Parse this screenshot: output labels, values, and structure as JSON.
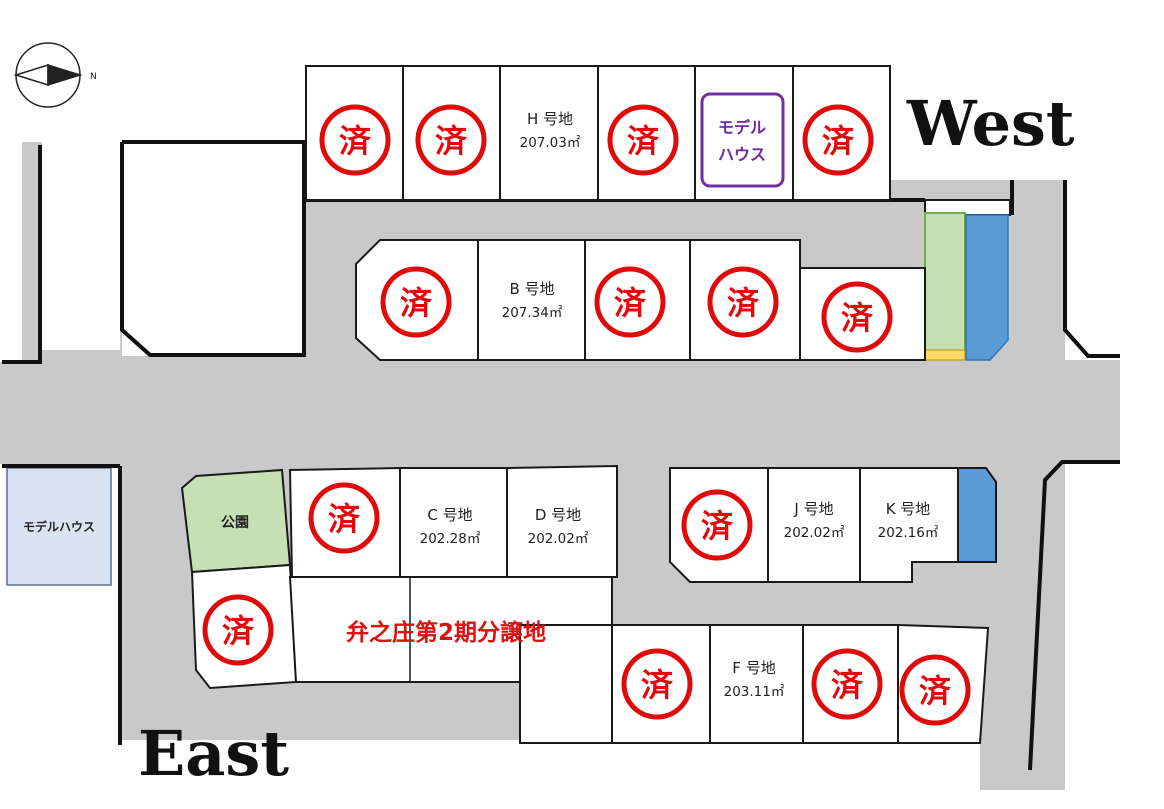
{
  "map": {
    "directions": {
      "west": "West",
      "east": "East"
    },
    "compass_label": "N",
    "development_name": "弁之庄第2期分譲地",
    "sold_mark": "済",
    "model_house_top": [
      "モデル",
      "ハウス"
    ],
    "model_house_left": "モデルハウス",
    "park_label": "公園",
    "lots": [
      {
        "id": "H",
        "name": "H 号地",
        "area": "207.03㎡"
      },
      {
        "id": "B",
        "name": "B 号地",
        "area": "207.34㎡"
      },
      {
        "id": "C",
        "name": "C 号地",
        "area": "202.28㎡"
      },
      {
        "id": "D",
        "name": "D 号地",
        "area": "202.02㎡"
      },
      {
        "id": "J",
        "name": "J 号地",
        "area": "202.02㎡"
      },
      {
        "id": "K",
        "name": "K 号地",
        "area": "202.16㎡"
      },
      {
        "id": "F",
        "name": "F 号地",
        "area": "203.11㎡"
      }
    ],
    "colors": {
      "road": "#c9c9c9",
      "sold": "#e10a0a",
      "park": "#c6e0b4",
      "water": "#5b9bd5",
      "model_house_left": "#dae3f3",
      "model_house_top_border": "#7030a0"
    }
  }
}
